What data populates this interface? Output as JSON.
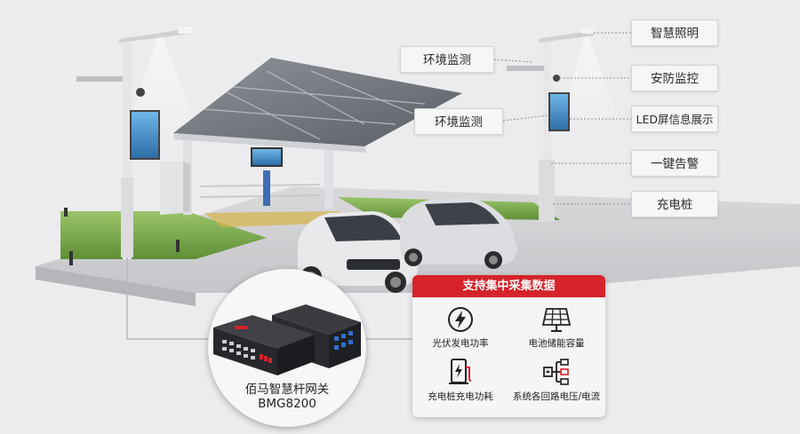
{
  "feature_tags": {
    "env_monitor_left": "环境监测",
    "env_monitor_mid": "环境监测",
    "smart_lighting": "智慧照明",
    "security_monitor": "安防监控",
    "led_display": "LED屏信息展示",
    "one_key_alarm": "一键告警",
    "charging_pile": "充电桩"
  },
  "data_panel": {
    "title": "支持集中采集数据",
    "items": [
      {
        "label": "光伏发电功率",
        "icon": "lightning-circle-icon"
      },
      {
        "label": "电池储能容量",
        "icon": "solar-panel-icon"
      },
      {
        "label": "充电桩充电功耗",
        "icon": "charging-pile-icon"
      },
      {
        "label": "系统各回路电压/电流",
        "icon": "circuit-branch-icon"
      }
    ]
  },
  "gateway": {
    "name": "佰马智慧杆网关",
    "model": "BMG8200"
  },
  "colors": {
    "accent_red": "#d6232a",
    "tag_bg": "#f6f6f7",
    "background": "#ececee"
  }
}
